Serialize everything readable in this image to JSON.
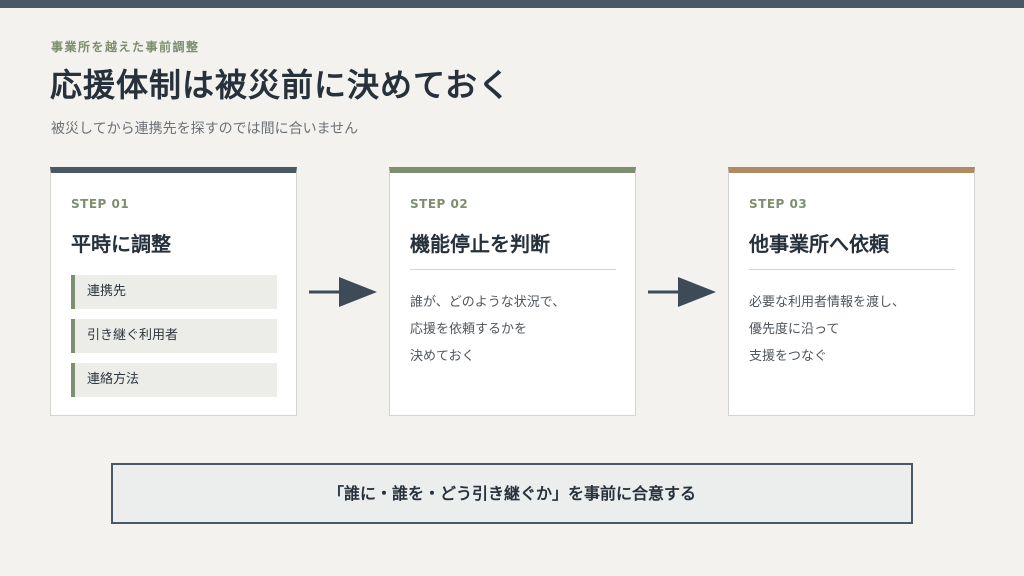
{
  "header": {
    "kicker": "事業所を越えた事前調整",
    "title": "応援体制は被災前に決めておく",
    "subtitle": "被災してから連携先を探すのでは間に合いません"
  },
  "colors": {
    "bar": "#4a5866",
    "accent_green": "#7d8f6e",
    "accent_tan": "#b08a63",
    "background": "#f4f2ee"
  },
  "steps": [
    {
      "label": "STEP 01",
      "title": "平時に調整",
      "items": [
        "連携先",
        "引き継ぐ利用者",
        "連絡方法"
      ]
    },
    {
      "label": "STEP 02",
      "title": "機能停止を判断",
      "lines": [
        "誰が、どのような状況で、",
        "応援を依頼するかを",
        "決めておく"
      ]
    },
    {
      "label": "STEP 03",
      "title": "他事業所へ依頼",
      "lines": [
        "必要な利用者情報を渡し、",
        "優先度に沿って",
        "支援をつなぐ"
      ]
    }
  ],
  "arrows": [
    "arrow-right-icon",
    "arrow-right-icon"
  ],
  "note": "「誰に・誰を・どう引き継ぐか」を事前に合意する"
}
